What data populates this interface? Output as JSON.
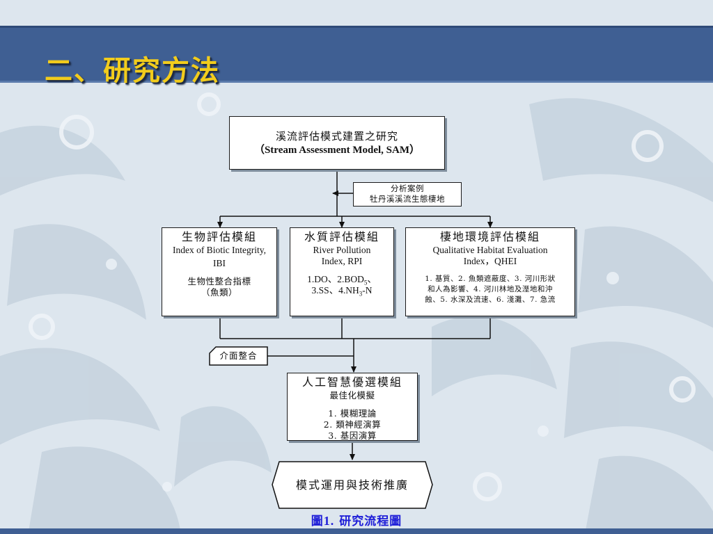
{
  "slide": {
    "title": "二、研究方法"
  },
  "diagram": {
    "top": {
      "zh": "溪流評估模式建置之研究",
      "en": "（Stream Assessment Model, SAM）"
    },
    "case": {
      "line1": "分析案例",
      "line2": "牡丹溪溪流生態棲地"
    },
    "ibi": {
      "title": "生物評估模組",
      "en1": "Index of Biotic Integrity,",
      "en2": "IBI",
      "desc1": "生物性整合指標",
      "desc2": "（魚類）"
    },
    "rpi": {
      "title": "水質評估模組",
      "en1": "River Pollution",
      "en2": "Index, RPI",
      "items": {
        "a1": "1.DO、2.BOD",
        "a1sub": "5",
        "a1end": "、",
        "b1": "3.SS、4.NH",
        "b1sub": "3",
        "b1end": "-N"
      }
    },
    "qhei": {
      "title": "棲地環境評估模組",
      "en1": "Qualitative Habitat Evaluation",
      "en2": "Index，QHEI",
      "line1": "1. 基質、2. 魚類遮蔽度、3. 河川形狀",
      "line2": "和人為影響、4. 河川林地及溼地和沖",
      "line3": "蝕、5. 水深及流速、6. 淺灘、7. 急流"
    },
    "interface": {
      "label": "介面整合"
    },
    "ai": {
      "title": "人工智慧優選模組",
      "subtitle": "最佳化模擬",
      "item1": "1. 模糊理論",
      "item2": "2. 類神經演算",
      "item3": "3. 基因演算"
    },
    "final": {
      "label": "模式運用與技術推廣"
    }
  },
  "caption": {
    "prefix": "圖",
    "number": "1.",
    "text": " 研究流程圖"
  },
  "colors": {
    "title_yellow": "#f2cc1c",
    "header_blue": "#3f5f93",
    "caption_blue": "#1f1fd8",
    "background": "#dde6ee"
  }
}
